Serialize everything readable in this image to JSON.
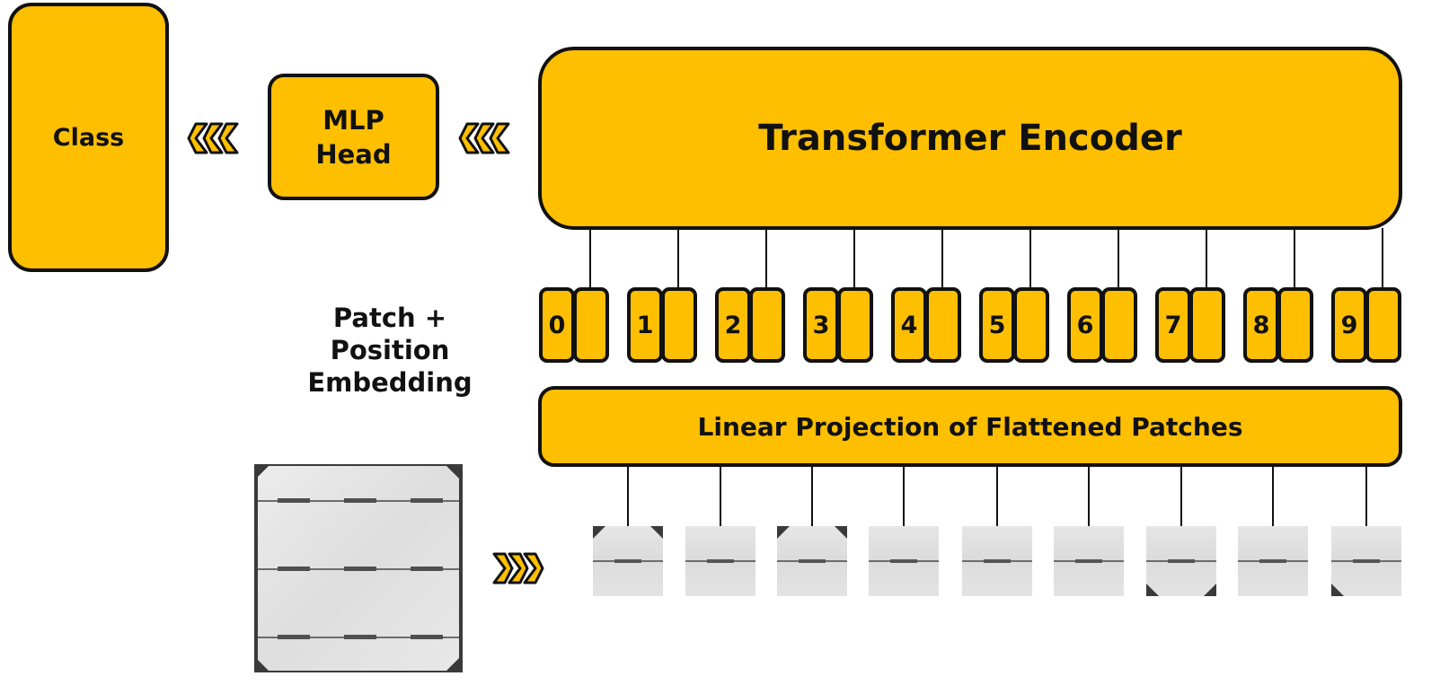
{
  "class_box": {
    "label": "Class"
  },
  "mlp_head": {
    "label": "MLP\nHead"
  },
  "transformer_encoder": {
    "label": "Transformer Encoder"
  },
  "embedding_label": {
    "text": "Patch + Position\nEmbedding"
  },
  "linear_projection": {
    "label": "Linear Projection of Flattened Patches"
  },
  "tokens": [
    "0",
    "1",
    "2",
    "3",
    "4",
    "5",
    "6",
    "7",
    "8",
    "9"
  ],
  "patches": [
    "patch-1",
    "patch-2",
    "patch-3",
    "patch-4",
    "patch-5",
    "patch-6",
    "patch-7",
    "patch-8",
    "patch-9"
  ],
  "colors": {
    "accent": "#FDBF00",
    "outline": "#111111"
  },
  "icons": {
    "left_arrows": "triple-chevron-left-icon",
    "right_arrows": "triple-chevron-right-icon"
  }
}
